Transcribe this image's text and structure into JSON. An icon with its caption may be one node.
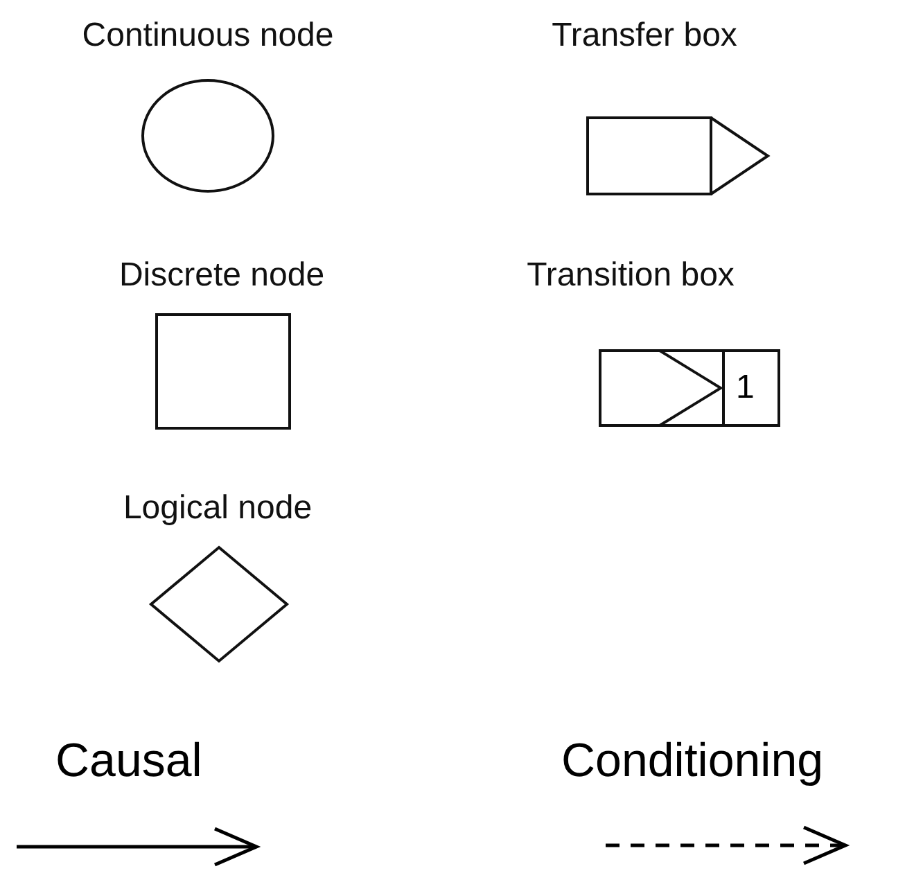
{
  "diagram": {
    "nodes": [
      {
        "text": [
          "Continuous node"
        ]
      },
      {
        "text": [
          "Transfer box"
        ]
      },
      {
        "text": [
          "Discrete node"
        ]
      },
      {
        "text": [
          "Transition box",
          "1"
        ]
      },
      {
        "text": [
          "Logical node"
        ]
      }
    ],
    "legend": [
      {
        "text": "Causal"
      },
      {
        "text": "Conditioning"
      }
    ]
  }
}
